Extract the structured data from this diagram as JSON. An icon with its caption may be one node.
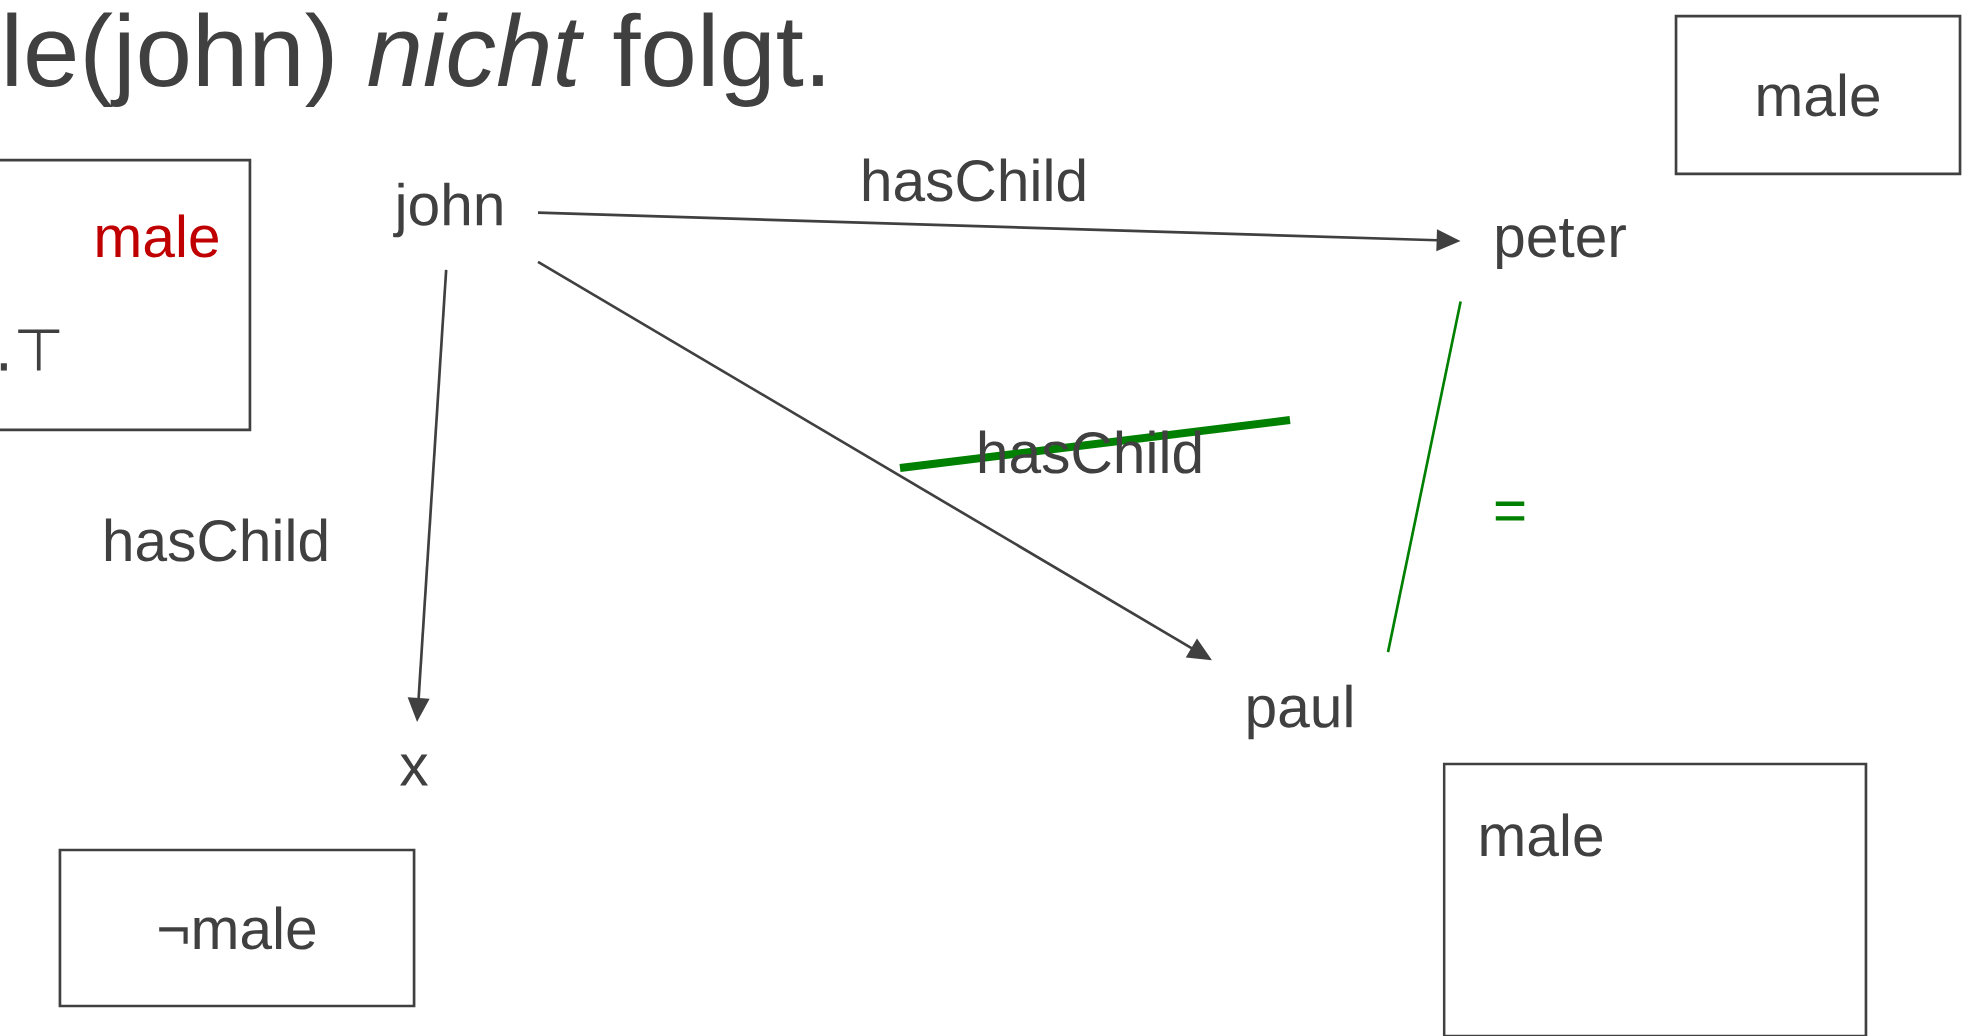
{
  "diagram": {
    "title": "le(john) *nicht* folgt.",
    "nodes": [
      {
        "text": [
          "male",
          ".⊤"
        ]
      },
      {
        "text": [
          "john"
        ]
      },
      {
        "text": [
          "peter"
        ]
      },
      {
        "text": [
          "x"
        ]
      },
      {
        "text": [
          "paul"
        ]
      },
      {
        "text": [
          "male"
        ]
      },
      {
        "text": [
          "¬male"
        ]
      },
      {
        "text": [
          "male"
        ]
      }
    ],
    "edges": [
      {
        "from": 1,
        "to": 2,
        "arrow": "to",
        "label": "hasChild"
      },
      {
        "from": 1,
        "to": 3,
        "arrow": "to",
        "label": "hasChild"
      },
      {
        "from": 1,
        "to": 4,
        "arrow": "to",
        "label": "hasChild"
      },
      {
        "from": 2,
        "to": 4,
        "arrow": "none",
        "label": "=",
        "color": "#008000"
      }
    ]
  }
}
